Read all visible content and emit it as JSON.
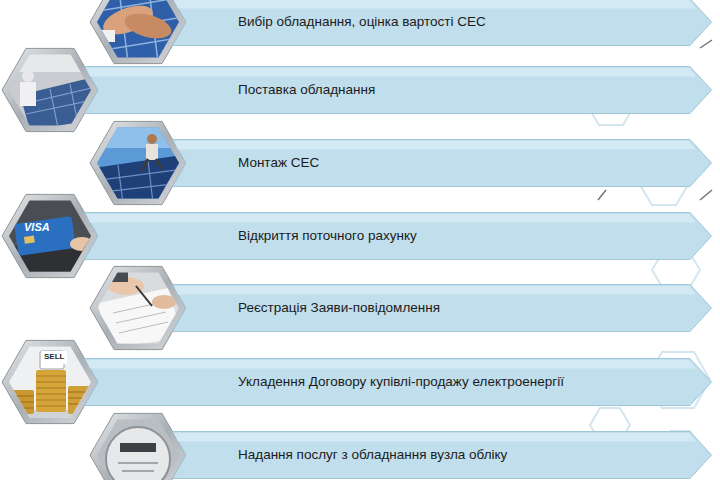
{
  "diagram": {
    "nodes": [
      {
        "text": [
          "Вибір обладнання, оцінка вартості СЕС"
        ]
      },
      {
        "text": [
          "Поставка обладнання"
        ]
      },
      {
        "text": [
          "Монтаж СЕС"
        ]
      },
      {
        "text": [
          "Відкриття поточного рахунку"
        ]
      },
      {
        "text": [
          "Реєстрація Заяви-повідомлення"
        ]
      },
      {
        "text": [
          "Укладення Договору купівлі-продажу електроенергії"
        ]
      },
      {
        "text": [
          "Надання послуг з обладнання вузла обліку"
        ]
      }
    ],
    "labels": [
      "VISA",
      "SELL"
    ]
  }
}
